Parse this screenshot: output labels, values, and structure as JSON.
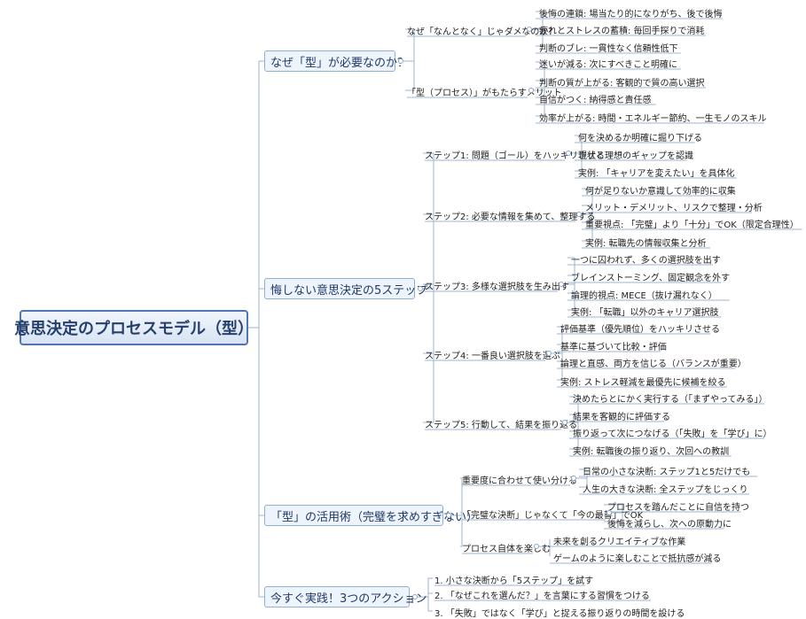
{
  "root": "意思決定のプロセスモデル（型）",
  "branches": [
    {
      "label": "なぜ「型」が必要なのか？",
      "children": [
        {
          "label": "なぜ「なんとなく」じゃダメなのか？",
          "children": [
            "後悔の連鎖: 場当たり的になりがち、後で後悔",
            "疲れとストレスの蓄積: 毎回手探りで消耗",
            "判断のブレ: 一貫性なく信頼性低下"
          ]
        },
        {
          "label": "「型（プロセス）」がもたらすメリット",
          "children": [
            "迷いが減る: 次にすべきこと明確に",
            "判断の質が上がる: 客観的で質の高い選択",
            "自信がつく: 納得感と責任感",
            "効率が上がる: 時間・エネルギー節約、一生モノのスキル"
          ]
        }
      ]
    },
    {
      "label": "悔しない意思決定の5ステップ",
      "children": [
        {
          "label": "ステップ1: 問題（ゴール）をハッキリさせる",
          "children": [
            "何を決めるか明確に掘り下げる",
            "現状と理想のギャップを認識",
            "実例: 「キャリアを変えたい」を具体化"
          ]
        },
        {
          "label": "ステップ2: 必要な情報を集めて、整理する",
          "children": [
            "何が足りないか意識して効率的に収集",
            "メリット・デメリット、リスクで整理・分析",
            "重要視点: 「完璧」より「十分」でOK（限定合理性）",
            "実例: 転職先の情報収集と分析"
          ]
        },
        {
          "label": "ステップ3: 多様な選択肢を生み出す",
          "children": [
            "一つに囚われず、多くの選択肢を出す",
            "ブレインストーミング、固定観念を外す",
            "論理的視点: MECE（抜け漏れなく）",
            "実例: 「転職」以外のキャリア選択肢"
          ]
        },
        {
          "label": "ステップ4: 一番良い選択肢を選ぶ",
          "children": [
            "評価基準（優先順位）をハッキリさせる",
            "基準に基づいて比較・評価",
            "論理と直感、両方を信じる（バランスが重要）",
            "実例: ストレス軽減を最優先に候補を絞る"
          ]
        },
        {
          "label": "ステップ5: 行動して、結果を振り返る",
          "children": [
            "決めたらとにかく実行する（「まずやってみる」）",
            "結果を客観的に評価する",
            "振り返って次につなげる（「失敗」を「学び」に）",
            "実例: 転職後の振り返り、次回への教訓"
          ]
        }
      ]
    },
    {
      "label": "「型」の活用術（完璧を求めすぎない）",
      "children": [
        {
          "label": "重要度に合わせて使い分ける",
          "children": [
            "日常の小さな決断: ステップ1と5だけでも",
            "人生の大きな決断: 全ステップをじっくり"
          ]
        },
        {
          "label": "「完璧な決断」じゃなくて「今の最善」でOK",
          "children": [
            "プロセスを踏んだことに自信を持つ",
            "後悔を減らし、次への原動力に"
          ]
        },
        {
          "label": "プロセス自体を楽しむ",
          "children": [
            "未来を創るクリエイティブな作業",
            "ゲームのように楽しむことで抵抗感が減る"
          ]
        }
      ]
    },
    {
      "label": "今すぐ実践！3つのアクション",
      "children": [
        {
          "label": "1. 小さな決断から「5ステップ」を試す",
          "children": []
        },
        {
          "label": "2. 「なぜこれを選んだ？」を言葉にする習慣をつける",
          "children": []
        },
        {
          "label": "3. 「失敗」ではなく「学び」と捉える振り返りの時間を設ける",
          "children": []
        }
      ]
    }
  ]
}
